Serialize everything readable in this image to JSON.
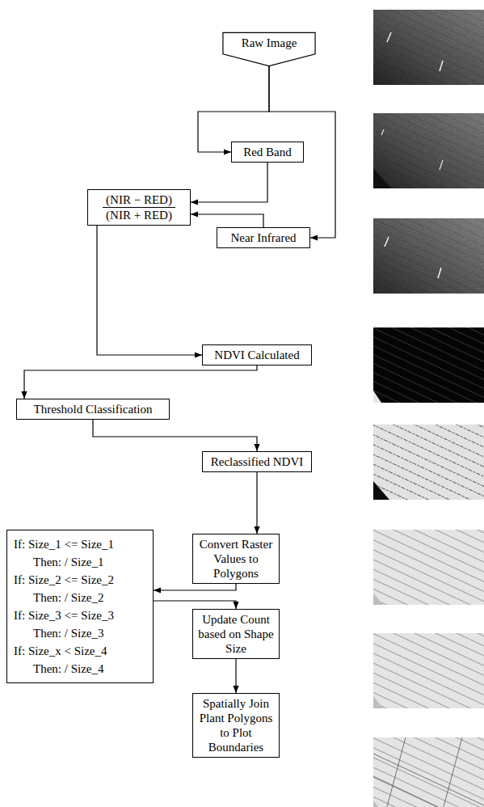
{
  "diagram": {
    "nodes": [
      {
        "text": [
          "Raw Image"
        ]
      },
      {
        "text": [
          "Red Band"
        ]
      },
      {
        "text": [
          "(NIR − RED)",
          "(NIR + RED)"
        ]
      },
      {
        "text": [
          "Near Infrared"
        ]
      },
      {
        "text": [
          "NDVI Calculated"
        ]
      },
      {
        "text": [
          "Threshold Classification"
        ]
      },
      {
        "text": [
          "Reclassified NDVI"
        ]
      },
      {
        "text": [
          "If: Size_1 <= Size_1",
          "Then: / Size_1",
          "If: Size_2 <= Size_2",
          "Then: / Size_2",
          "If: Size_3 <= Size_3",
          "Then: / Size_3",
          "If: Size_x < Size_4",
          "Then: / Size_4"
        ]
      },
      {
        "text": [
          "Convert Raster Values to Polygons"
        ]
      },
      {
        "text": [
          "Update Count based on Shape Size"
        ]
      },
      {
        "text": [
          "Spatially Join Plant Polygons to Plot Boundaries"
        ]
      }
    ],
    "edges": [
      {
        "from": 0,
        "to": 1,
        "arrow": "to"
      },
      {
        "from": 0,
        "to": 3,
        "arrow": "to"
      },
      {
        "from": 1,
        "to": 2,
        "arrow": "to"
      },
      {
        "from": 3,
        "to": 2,
        "arrow": "to"
      },
      {
        "from": 2,
        "to": 4,
        "arrow": "to"
      },
      {
        "from": 4,
        "to": 5,
        "arrow": "to"
      },
      {
        "from": 5,
        "to": 6,
        "arrow": "to"
      },
      {
        "from": 6,
        "to": 8,
        "arrow": "to"
      },
      {
        "from": 8,
        "to": 7,
        "arrow": "to"
      },
      {
        "from": 7,
        "to": 9,
        "arrow": "to"
      },
      {
        "from": 9,
        "to": 10,
        "arrow": "to"
      }
    ]
  }
}
